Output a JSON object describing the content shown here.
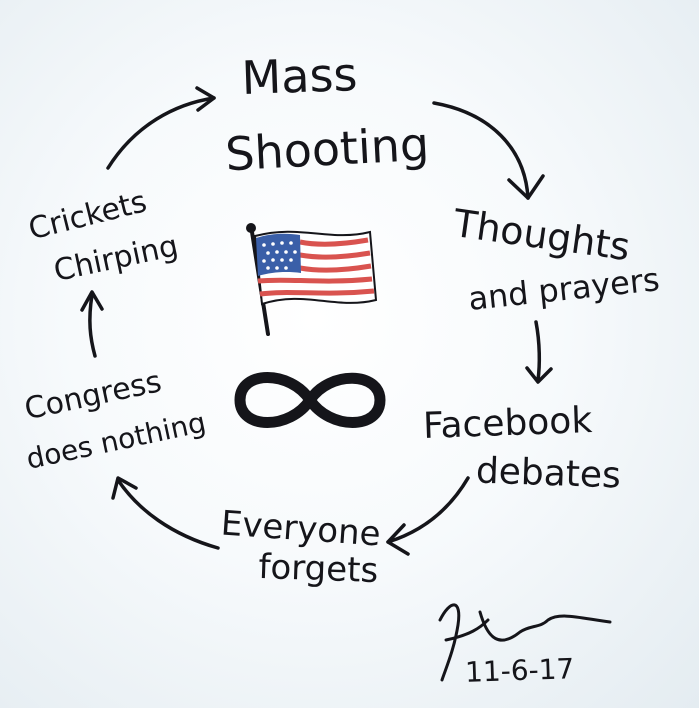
{
  "nodes": {
    "mass_shooting": [
      "Mass",
      "Shooting"
    ],
    "thoughts_and_prayers": [
      "Thoughts",
      "and prayers"
    ],
    "facebook_debates": [
      "Facebook",
      "debates"
    ],
    "everyone_forgets": [
      "Everyone",
      "forgets"
    ],
    "congress_does_nothing": [
      "Congress",
      "does nothing"
    ],
    "crickets_chirping": [
      "Crickets",
      "Chirping"
    ]
  },
  "signature": {
    "date": "11-6-17"
  },
  "icons": {
    "flag": "american-flag-icon",
    "loop": "infinity-icon"
  },
  "colors": {
    "ink": "#15151a",
    "flag_red": "#d9534f",
    "flag_blue": "#3a5fa8"
  }
}
